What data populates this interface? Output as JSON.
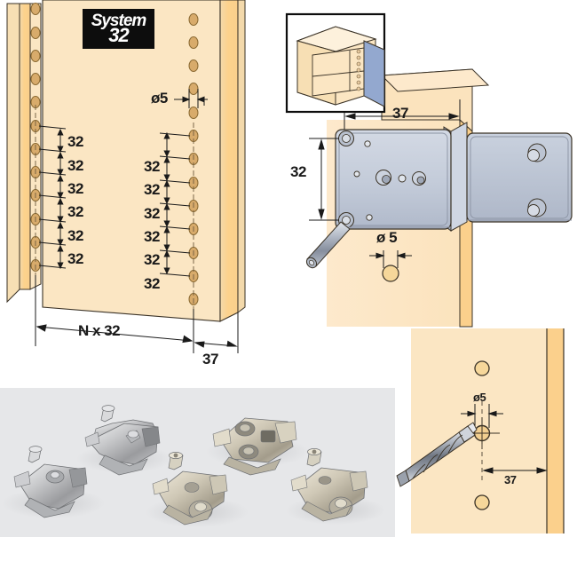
{
  "brand": {
    "logo_line1": "System",
    "logo_line2": "32",
    "alt": "System 32"
  },
  "colors": {
    "panel_face": "#fbe6c3",
    "panel_edge": "#fcd28c",
    "panel_side": "#f7dfb4",
    "hole_fill": "#d8ab6b",
    "hole_stroke": "#8a6a33",
    "outline": "#3a3226",
    "metal_light": "#ccd3e0",
    "metal_mid": "#aab3c4",
    "metal_dark": "#7d8697",
    "door_blue": "#93a8cf",
    "photo_bg": "#e6e7e9",
    "dim_line": "#1a1a1a",
    "logo_bg": "#0d0d0d",
    "logo_fg": "#ffffff"
  },
  "panels": {
    "drilling_pattern": {
      "name": "drilling-pattern-panel",
      "title": "System 32 panel drilling pattern",
      "diameter_label": "ø5",
      "left_column_spacings": [
        "32",
        "32",
        "32",
        "32",
        "32",
        "32"
      ],
      "right_column_spacings": [
        "32",
        "32",
        "32",
        "32",
        "32",
        "32"
      ],
      "horizontal_dimension": "N x 32",
      "edge_dimension": "37"
    },
    "hinge_assembly": {
      "name": "hinge-assembly-panel",
      "title": "Mounting plate on cabinet side",
      "depth_dimension": "37",
      "height_dimension": "32",
      "hole_diameter": "ø 5"
    },
    "product_photo": {
      "name": "mounting-plates-photo",
      "title": "Mounting plates",
      "item_count": 5
    },
    "drill_detail": {
      "name": "drill-detail-panel",
      "title": "Drilling the ø5 mm hole",
      "hole_diameter": "ø5",
      "edge_distance": "37"
    }
  }
}
